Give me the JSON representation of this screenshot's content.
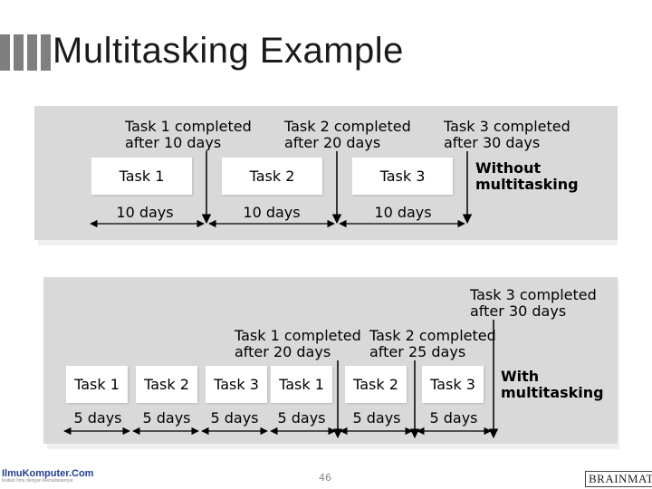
{
  "slide": {
    "title": "Multitasking Example",
    "page_number": "46"
  },
  "without": {
    "label_line1": "Without",
    "label_line2": "multitasking",
    "tasks": [
      "Task 1",
      "Task 2",
      "Task 3"
    ],
    "durations": [
      "10 days",
      "10 days",
      "10 days"
    ],
    "completions": [
      {
        "line1": "Task 1 completed",
        "line2": "after 10 days"
      },
      {
        "line1": "Task 2 completed",
        "line2": "after 20 days"
      },
      {
        "line1": "Task 3 completed",
        "line2": "after 30 days"
      }
    ]
  },
  "with": {
    "label_line1": "With",
    "label_line2": "multitasking",
    "tasks": [
      "Task 1",
      "Task 2",
      "Task 3",
      "Task 1",
      "Task 2",
      "Task 3"
    ],
    "durations": [
      "5 days",
      "5 days",
      "5 days",
      "5 days",
      "5 days",
      "5 days"
    ],
    "completions": [
      {
        "line1": "Task 1 completed",
        "line2": "after 20 days"
      },
      {
        "line1": "Task 2 completed",
        "line2": "after 25 days"
      },
      {
        "line1": "Task 3 completed",
        "line2": "after 30 days"
      }
    ]
  },
  "footer": {
    "left_logo": "IlmuKomputer.Com",
    "left_tagline": "Ikatlah Ilmu dengan Menuliskannya",
    "right_logo": "BRAINMATICS"
  },
  "colors": {
    "panel": "#d9d9d9",
    "box": "#ffffff",
    "deco_bar": "#7f7f7f"
  }
}
